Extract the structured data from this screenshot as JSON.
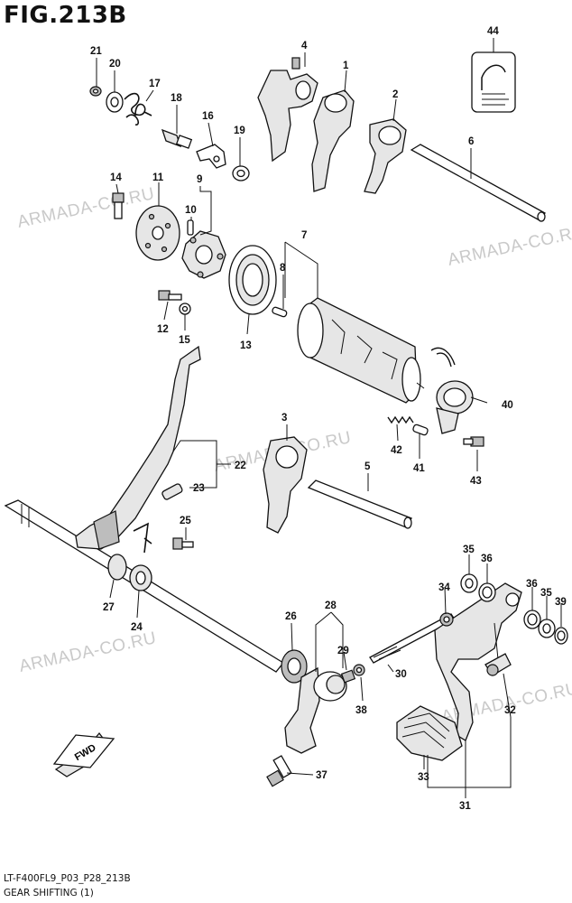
{
  "title": "FIG.213B",
  "footer": {
    "code": "LT-F400FL9_P03_P28_213B",
    "caption": "GEAR SHIFTING (1)"
  },
  "watermark": "ARMADA-CO.RU",
  "fwd_label": "FWD",
  "callouts": {
    "p1": "1",
    "p2": "2",
    "p3": "3",
    "p4": "4",
    "p5": "5",
    "p6": "6",
    "p7": "7",
    "p8": "8",
    "p9": "9",
    "p10": "10",
    "p11": "11",
    "p12": "12",
    "p13": "13",
    "p14": "14",
    "p15": "15",
    "p16": "16",
    "p17": "17",
    "p18": "18",
    "p19": "19",
    "p20": "20",
    "p21": "21",
    "p22": "22",
    "p23": "23",
    "p24": "24",
    "p25": "25",
    "p26": "26",
    "p27": "27",
    "p28": "28",
    "p29": "29",
    "p30": "30",
    "p31": "31",
    "p32": "32",
    "p33": "33",
    "p34": "34",
    "p35a": "35",
    "p35b": "35",
    "p36a": "36",
    "p36b": "36",
    "p37": "37",
    "p38": "38",
    "p39": "39",
    "p40": "40",
    "p41": "41",
    "p42": "42",
    "p43": "43",
    "p44": "44"
  }
}
